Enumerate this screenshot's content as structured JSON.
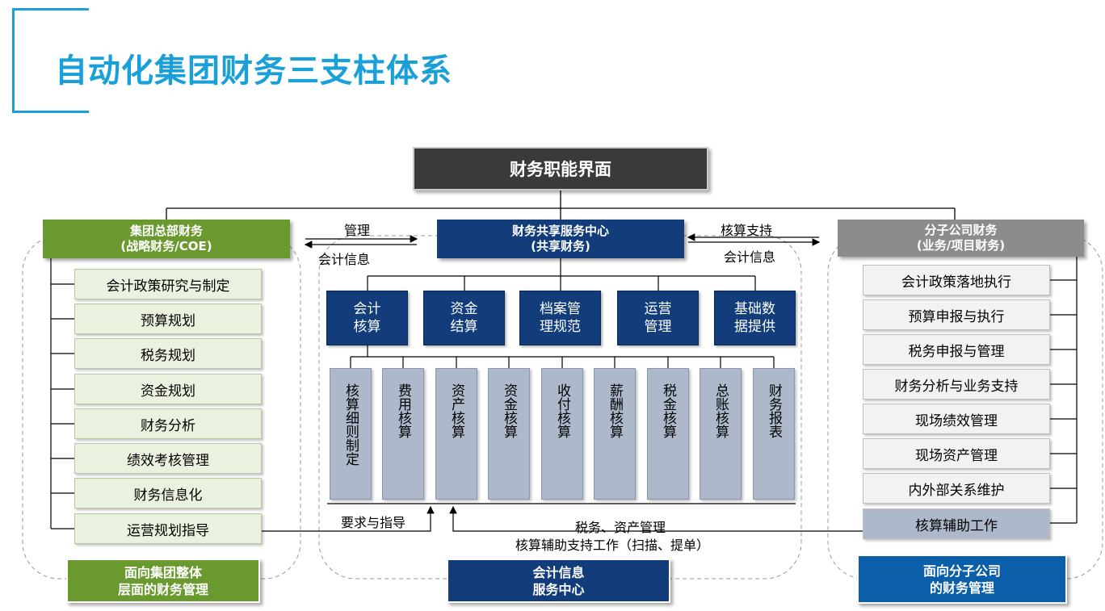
{
  "page_title": "自动化集团财务三支柱体系",
  "top": {
    "label": "财务职能界面"
  },
  "left": {
    "header": "集团总部财务\n(战略财务/COE)",
    "items": [
      "会计政策研究与制定",
      "预算规划",
      "税务规划",
      "资金规划",
      "财务分析",
      "绩效考核管理",
      "财务信息化",
      "运营规划指导"
    ],
    "footer": "面向集团整体\n层面的财务管理"
  },
  "center": {
    "header": "财务共享服务中心\n(共享财务)",
    "functions": [
      "会计\n核算",
      "资金\n结算",
      "档案管\n理规范",
      "运营\n管理",
      "基础数\n据提供"
    ],
    "accounting": [
      "核算细则制定",
      "费用核算",
      "资产核算",
      "资金核算",
      "收付核算",
      "薪酬核算",
      "税金核算",
      "总账核算",
      "财务报表"
    ],
    "footer": "会计信息\n服务中心"
  },
  "right": {
    "header": "分子公司财务\n(业务/项目财务)",
    "items": [
      "会计政策落地执行",
      "预算申报与执行",
      "税务申报与管理",
      "财务分析与业务支持",
      "现场绩效管理",
      "现场资产管理",
      "内外部关系维护",
      "核算辅助工作"
    ],
    "footer": "面向分子公司\n的财务管理"
  },
  "flows": {
    "left_to_center": "管理",
    "center_to_left": "会计信息",
    "right_to_center": "核算支持",
    "center_to_right": "会计信息",
    "requirements": "要求与指导",
    "tax_assets": "税务、资产管理",
    "support_work": "核算辅助支持工作（扫描、提单）"
  },
  "colors": {
    "title": "#1aa0d8",
    "green": "#6a9a2f",
    "navy": "#123d7a",
    "gray": "#8c8c8c",
    "dark": "#3a3a3a",
    "pale_green": "#eaf1de",
    "slate": "#adb9ca",
    "blue": "#0b5ea8"
  }
}
